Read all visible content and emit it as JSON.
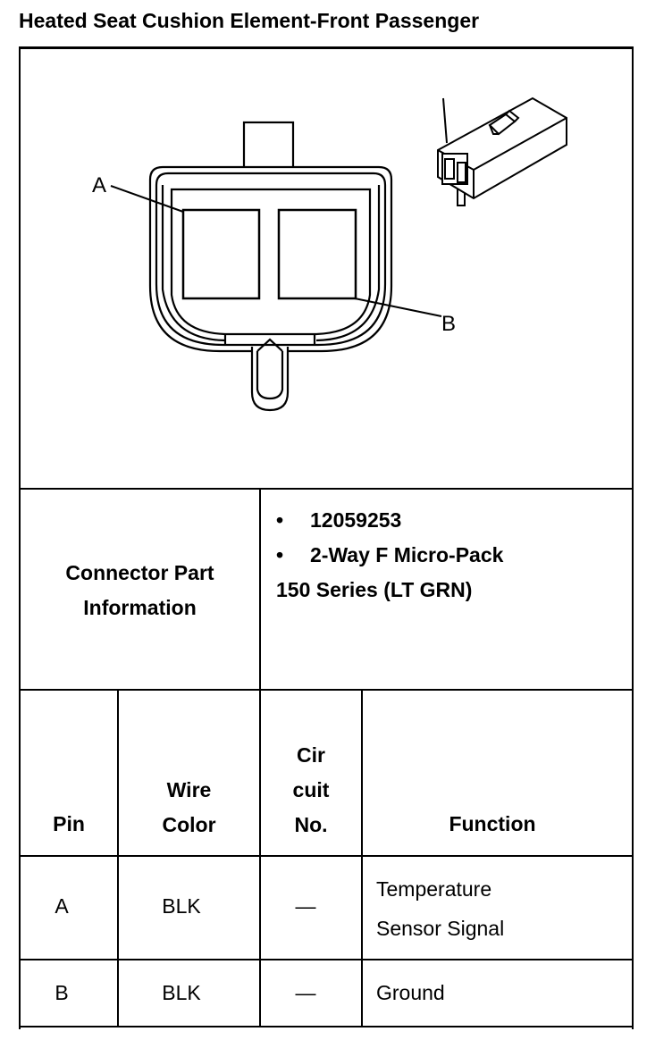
{
  "title": "Heated Seat Cushion Element-Front Passenger",
  "diagram": {
    "label_a": "A",
    "label_b": "B"
  },
  "connector_info": {
    "heading_line1": "Connector Part",
    "heading_line2": "Information",
    "bullets": [
      "12059253",
      "2-Way F Micro-Pack"
    ],
    "continuation": "150 Series (LT GRN)",
    "bullet_glyph": "•"
  },
  "table": {
    "headers": {
      "pin": "Pin",
      "wire_color_1": "Wire",
      "wire_color_2": "Color",
      "circuit_1": "Cir",
      "circuit_2": "cuit",
      "circuit_3": "No.",
      "function": "Function"
    },
    "rows": [
      {
        "pin": "A",
        "wire_color": "BLK",
        "circuit": "—",
        "function_1": "Temperature",
        "function_2": "Sensor Signal"
      },
      {
        "pin": "B",
        "wire_color": "BLK",
        "circuit": "—",
        "function_1": "Ground",
        "function_2": ""
      }
    ]
  }
}
